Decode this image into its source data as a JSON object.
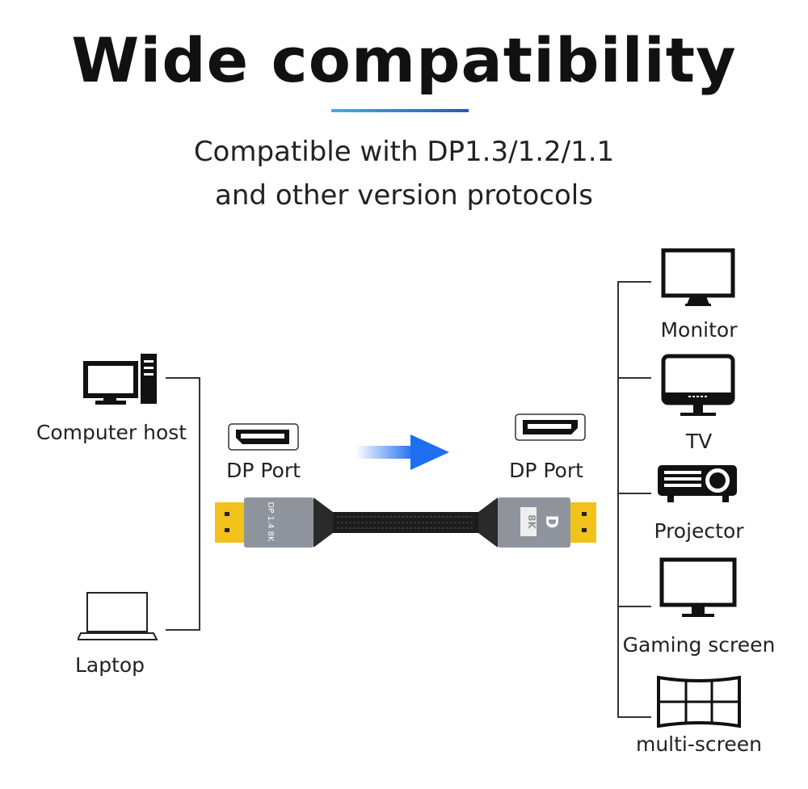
{
  "title": "Wide compatibility",
  "subtitle_lines": [
    "Compatible with DP1.3/1.2/1.1",
    "and other version protocols"
  ],
  "sources": [
    {
      "label": "Computer host",
      "icon": "desktop-computer-icon"
    },
    {
      "label": "Laptop",
      "icon": "laptop-icon"
    }
  ],
  "ports": {
    "left": "DP Port",
    "right": "DP Port"
  },
  "cable": {
    "left_plug_text": "DP 1.4 8K",
    "right_plug_badge": "8K",
    "right_plug_logo": "D"
  },
  "displays": [
    {
      "label": "Monitor",
      "icon": "monitor-icon"
    },
    {
      "label": "TV",
      "icon": "tv-icon"
    },
    {
      "label": "Projector",
      "icon": "projector-icon"
    },
    {
      "label": "Gaming screen",
      "icon": "gaming-screen-icon"
    },
    {
      "label": "multi-screen",
      "icon": "multi-screen-icon"
    }
  ],
  "colors": {
    "accent_start": "#3bb0e8",
    "accent_end": "#1a5fc0",
    "arrow": "#1e6ff0",
    "plug_gold": "#f2c21b",
    "housing": "#8f949c"
  }
}
